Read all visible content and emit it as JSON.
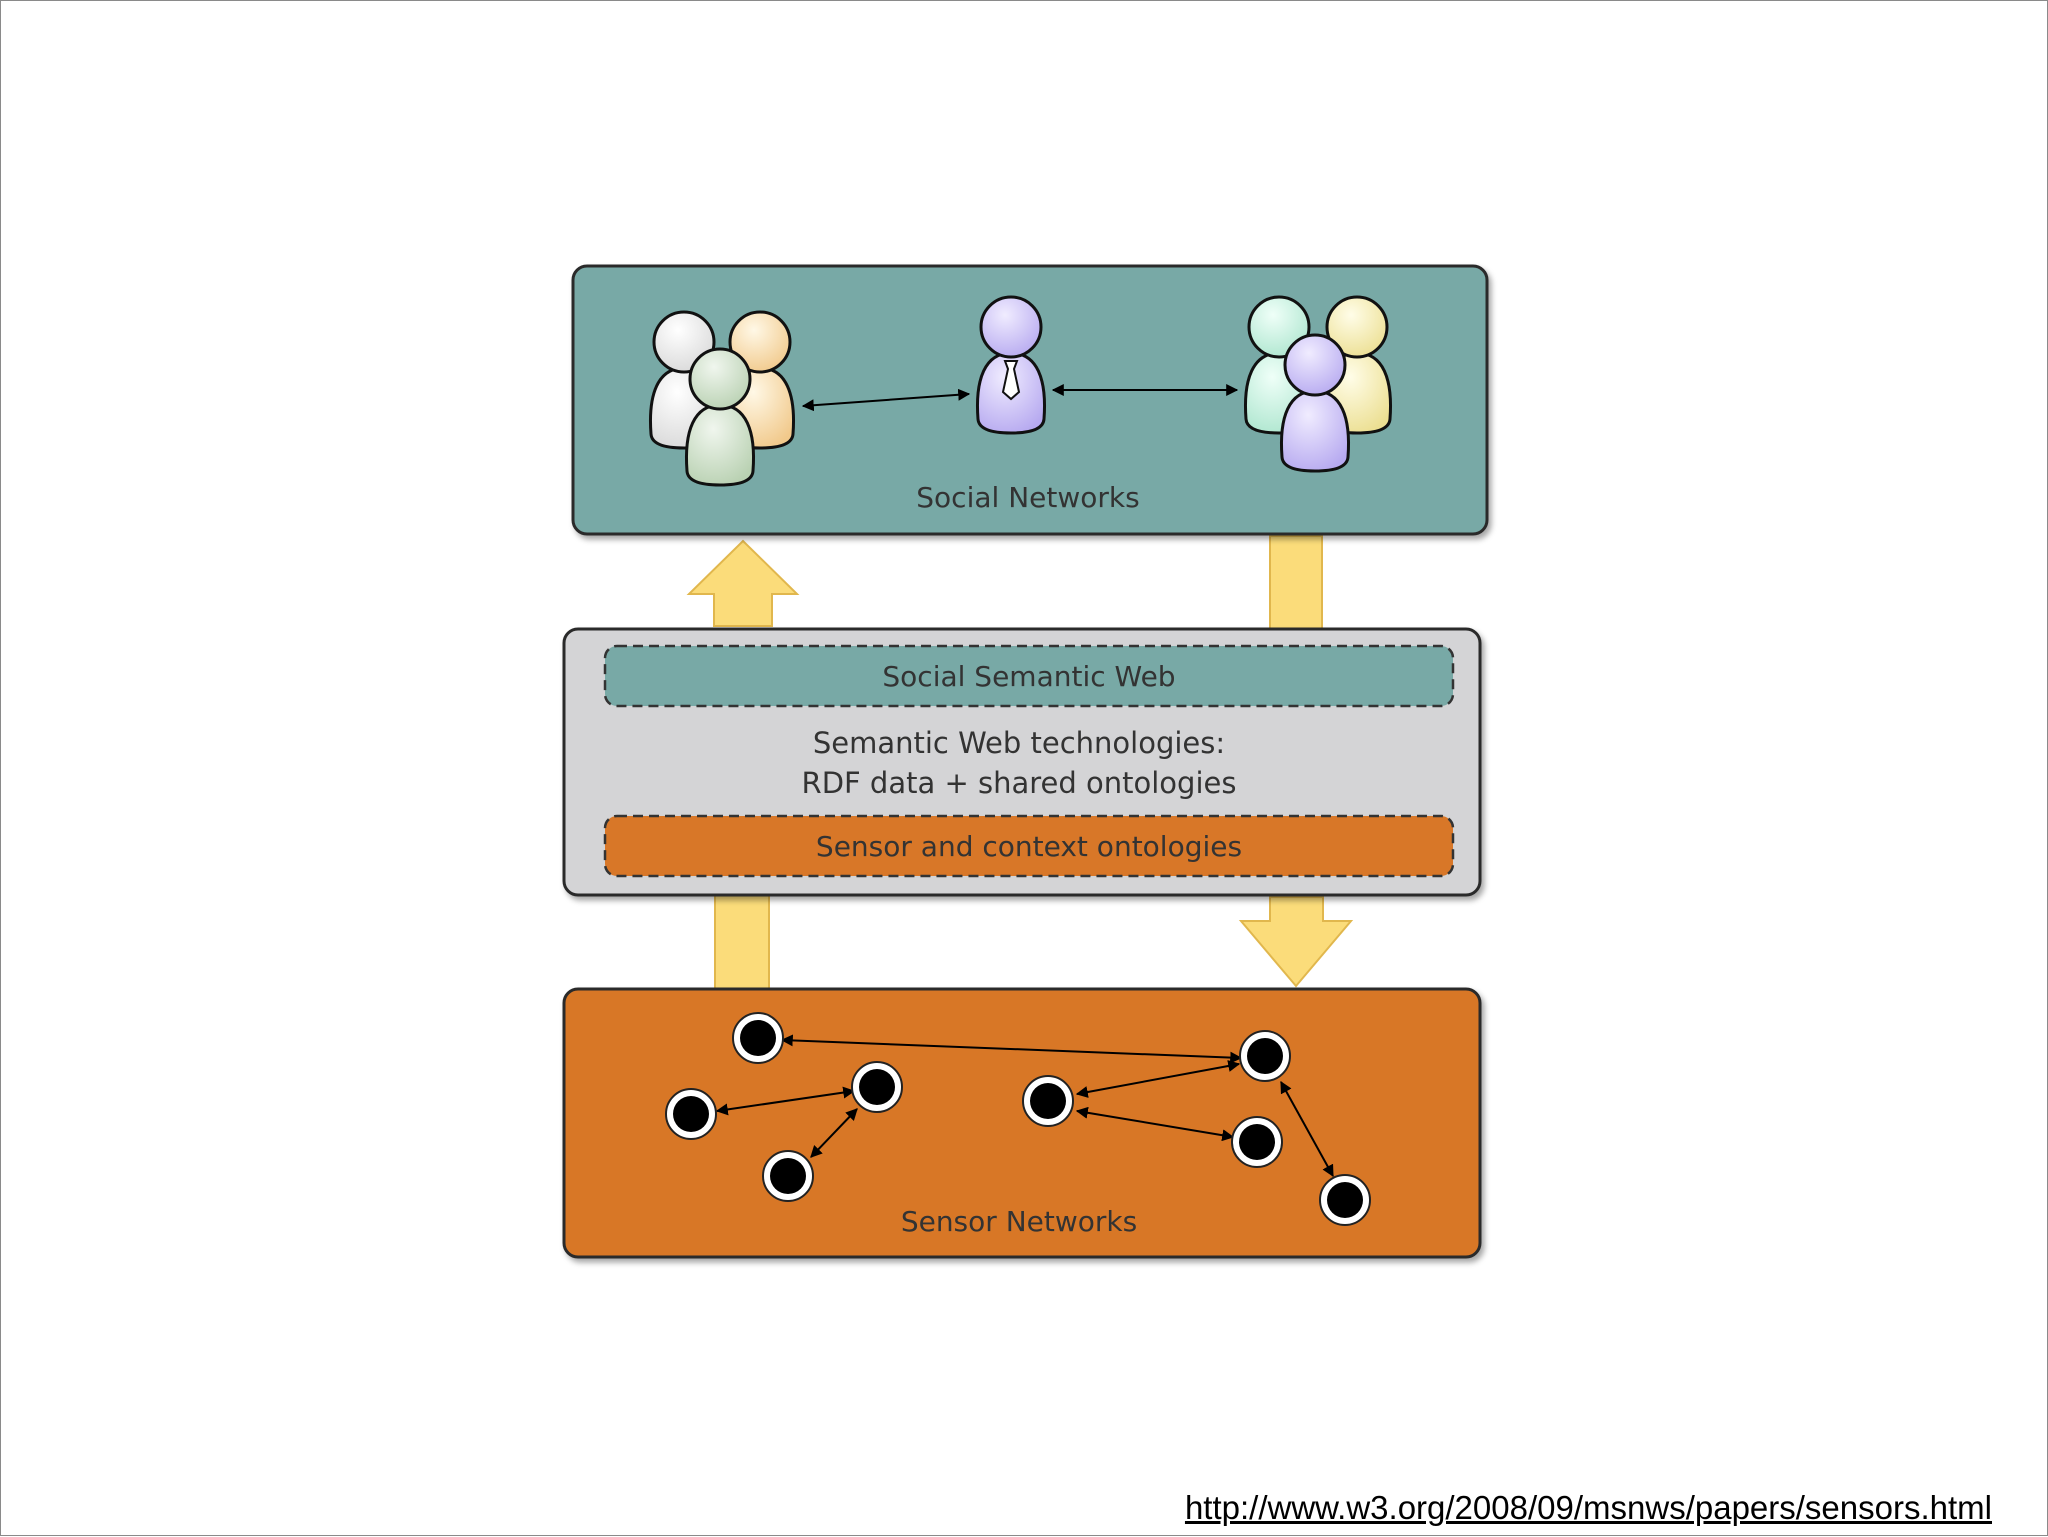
{
  "diagram": {
    "social_networks": {
      "label": "Social Networks",
      "fill": "#78a9a6"
    },
    "semantic_layer": {
      "fill": "#d4d4d6",
      "social_semantic_web": "Social Semantic Web",
      "technologies_line1": "Semantic Web technologies:",
      "technologies_line2": "RDF data + shared ontologies",
      "sensor_ontologies": "Sensor and context ontologies"
    },
    "sensor_networks": {
      "label": "Sensor Networks",
      "fill": "#d87728"
    },
    "arrow_color": "#fbdc7a"
  },
  "footer": {
    "source_url": "http://www.w3.org/2008/09/msnws/papers/sensors.html"
  }
}
